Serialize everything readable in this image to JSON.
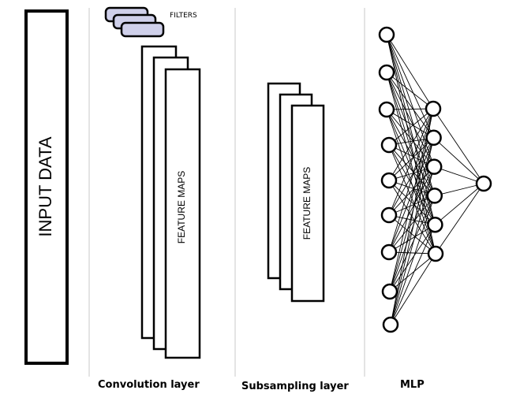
{
  "input": {
    "label": "INPUT DATA"
  },
  "filters": {
    "label": "FILTERS",
    "count": 3,
    "fill": "#cfd0ea"
  },
  "convolution": {
    "feature_label": "FEATURE MAPS",
    "caption": "Convolution layer"
  },
  "subsampling": {
    "feature_label": "FEATURE MAPS",
    "caption": "Subsampling layer"
  },
  "mlp": {
    "caption": "MLP",
    "layers": [
      9,
      6,
      1
    ]
  },
  "colors": {
    "stroke": "#000000",
    "divider": "#c8c8c8",
    "background": "#ffffff"
  }
}
